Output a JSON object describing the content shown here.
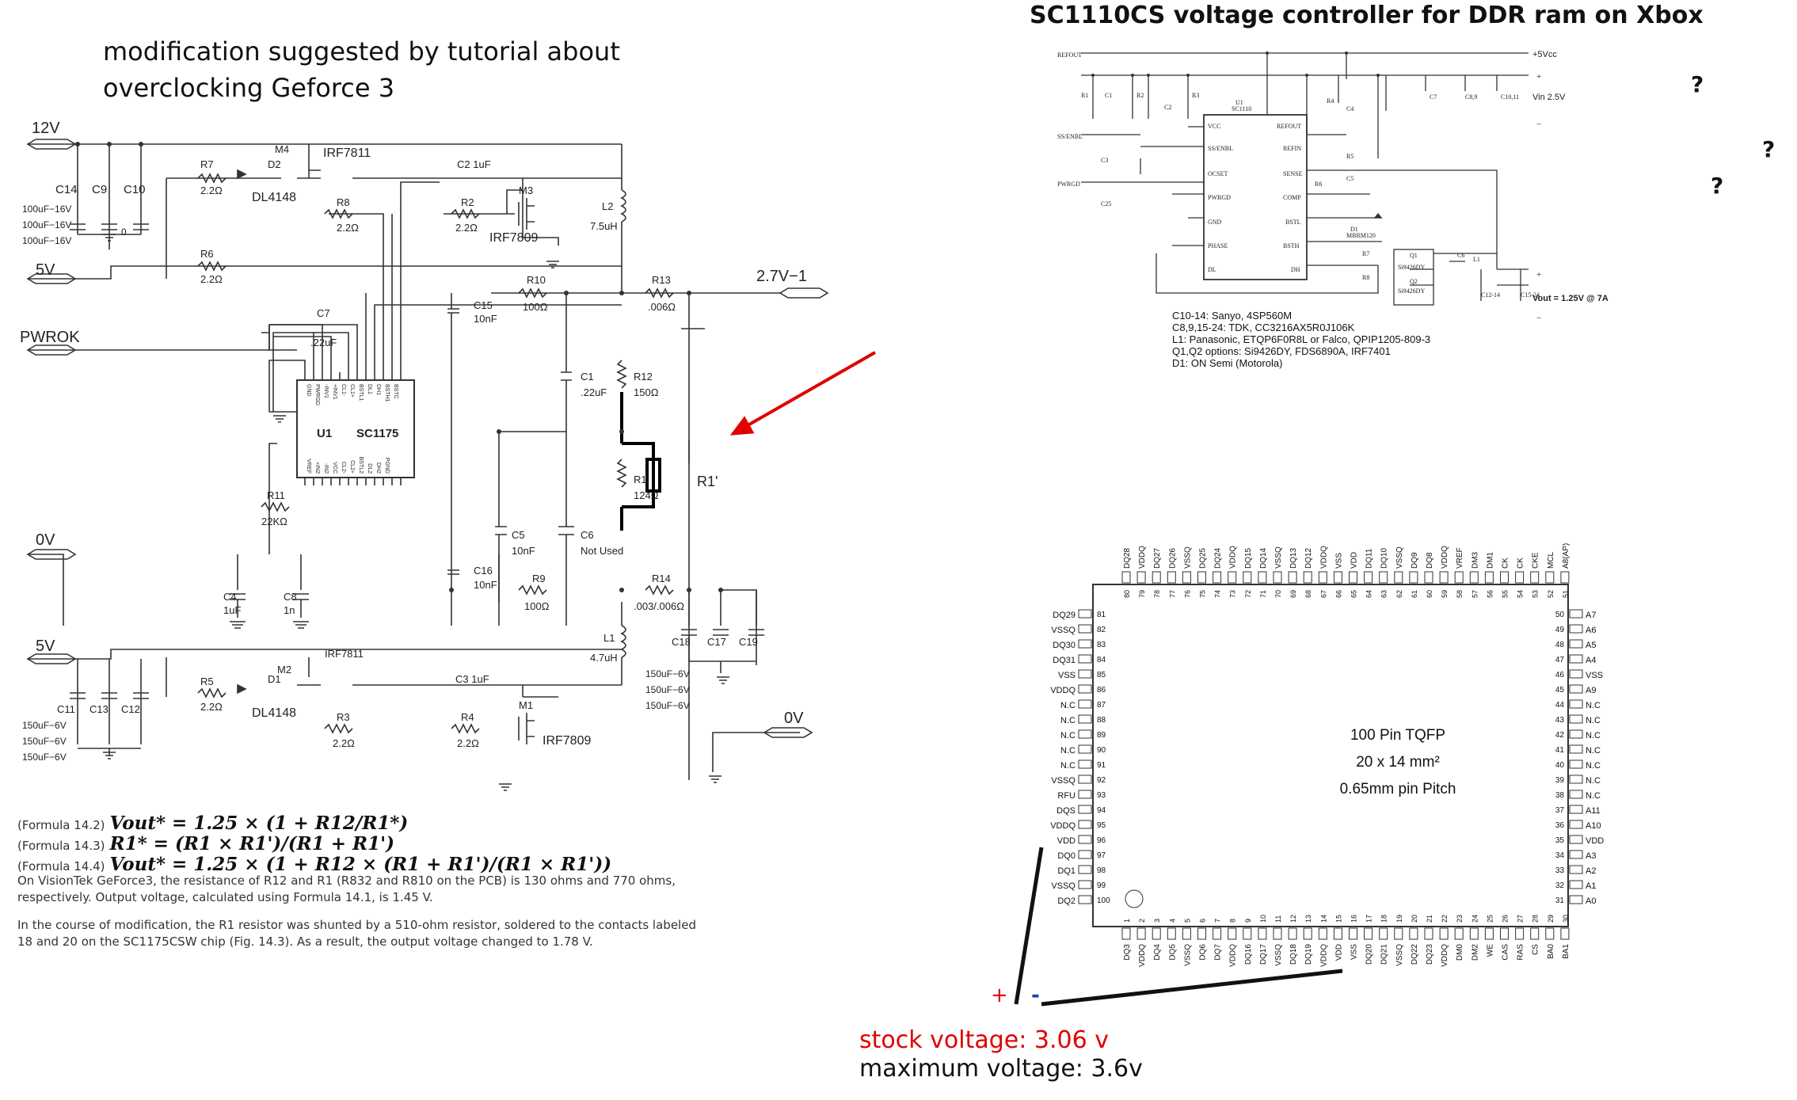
{
  "left_title": "modification suggested by tutorial about overclocking Geforce 3",
  "right_title": "SC1110CS voltage controller for DDR ram on Xbox",
  "left_schematic": {
    "rails": {
      "v12": "12V",
      "v5_top": "5V",
      "pwrok": "PWROK",
      "v0_left": "0V",
      "v5_bottom": "5V",
      "out": "2.7V−1",
      "v0_right": "0V"
    },
    "chip_ref": "U1",
    "chip_name": "SC1175",
    "chip_top_pins": [
      "GND",
      "PWRGD",
      "-INV1",
      "+INV1",
      "CL1-",
      "CL1+",
      "BSTL1",
      "DL1",
      "DH1",
      "BSTH1",
      "BSTC"
    ],
    "chip_bottom_pins": [
      "VREF",
      "+IN2",
      "-IN2",
      "VCC",
      "CL2-",
      "CL2+",
      "BSTL2",
      "DL2",
      "DH2",
      "PGND"
    ],
    "cap_values": [
      "100uF−16V",
      "100uF−16V",
      "100uF−16V"
    ],
    "cap_values_bottom": [
      "150uF−6V",
      "150uF−6V",
      "150uF−6V"
    ],
    "cap_values_out": [
      "150uF−6V",
      "150uF−6V",
      "150uF−6V"
    ],
    "labels": {
      "c14": "C14",
      "c9": "C9",
      "c10": "C10",
      "m4": "M4",
      "irf7811_top": "IRF7811",
      "r7": "R7",
      "r7v": "2.2Ω",
      "d2": "D2",
      "dl4148_top": "DL4148",
      "c2": "C2  1uF",
      "m3": "M3",
      "r8": "R8",
      "r8v": "2.2Ω",
      "r2": "R2",
      "r2v": "2.2Ω",
      "irf7809_top": "IRF7809",
      "l2": "L2",
      "l2v": "7.5uH",
      "r6": "R6",
      "r6v": "2.2Ω",
      "r10": "R10",
      "r10v": "100Ω",
      "r13": "R13",
      "r13v": ".006Ω",
      "c15": "C15",
      "c15v": "10nF",
      "c7": "C7",
      "c7v": ".22uF",
      "c1": "C1",
      "c1v": ".22uF",
      "r12": "R12",
      "r12v": "150Ω",
      "r1": "R1",
      "r1v": "124Ω",
      "r1p": "R1'",
      "r11": "R11",
      "r11v": "22KΩ",
      "c5": "C5",
      "c5v": "10nF",
      "c6": "C6",
      "c6v": "Not Used",
      "c16": "C16",
      "c16v": "10nF",
      "c4": "C4",
      "c4v": "1uF",
      "c8": "C8",
      "c8v": "1n",
      "r9": "R9",
      "r9v": "100Ω",
      "r14": "R14",
      "r14v": ".003/.006Ω",
      "c18": "C18",
      "c17": "C17",
      "c19": "C19",
      "l1": "L1",
      "l1v": "4.7uH",
      "m2": "M2",
      "irf7811_bot": "IRF7811",
      "d1": "D1",
      "dl4148_bot": "DL4148",
      "r5": "R5",
      "r5v": "2.2Ω",
      "c3": "C3  1uF",
      "m1": "M1",
      "irf7809_bot": "IRF7809",
      "r3": "R3",
      "r3v": "2.2Ω",
      "r4": "R4",
      "r4v": "2.2Ω",
      "c11": "C11",
      "c13": "C13",
      "c12": "C12",
      "zero": "0"
    }
  },
  "formulas": {
    "f142_label": "(Formula 14.2)",
    "f142": "Vout* = 1.25 × (1 + R12/R1*)",
    "f143_label": "(Formula 14.3)",
    "f143": "R1* = (R1 × R1')/(R1 + R1')",
    "f144_label": "(Formula 14.4)",
    "f144": "Vout* = 1.25 × (1 + R12 × (R1 + R1')/(R1 × R1'))"
  },
  "paragraph1": "On VisionTek GeForce3, the resistance of R12 and R1 (R832 and R810 on the PCB) is 130 ohms and 770 ohms, respectively. Output voltage, calculated using Formula 14.1, is 1.45 V.",
  "paragraph2": "In the course of modification, the R1 resistor was shunted by a 510-ohm resistor, soldered to the contacts labeled 18 and 20 on the SC1175CSW chip (Fig. 14.3). As a result, the output voltage changed to 1.78 V.",
  "right_schematic": {
    "labels": {
      "refout": "REFOUT",
      "ssenbl": "SS/ENBL",
      "pwrgd": "PWRGD",
      "v5vcc": "+5Vcc",
      "vin": "Vin  2.5V",
      "vout": "Vout = 1.25V @ 7A",
      "u1": "U1",
      "u1n": "SC1110",
      "vcc": "VCC",
      "ss": "SS/ENBL",
      "ocset": "OCSET",
      "pg": "PWRGD",
      "gnd": "GND",
      "phase": "PHASE",
      "dl": "DL",
      "refout_pin": "REFOUT",
      "refin": "REFIN",
      "sense": "SENSE",
      "comp": "COMP",
      "bstl": "BSTL",
      "bsth": "BSTH",
      "dh": "DH",
      "r1": "R1",
      "r2": "R2",
      "c1": "C1",
      "c2": "C2",
      "r3": "R3",
      "r4": "R4",
      "c4": "C4",
      "r5": "R5",
      "r6": "R6",
      "c5": "C5",
      "c3": "C3",
      "c25": "C25",
      "d1": "D1",
      "d1n": "MBRM120",
      "r7": "R7",
      "r8": "R8",
      "q1": "Q1",
      "q1n": "Si9426DY",
      "q2": "Q2",
      "q2n": "Si9426DY",
      "c6": "C6",
      "l1": "L1",
      "c7": "C7",
      "c89": "C8,9",
      "c1011": "C10,11",
      "c1214": "C12-14",
      "c1524": "C15-24",
      "plus": "+",
      "minus": "−"
    },
    "parts_list": [
      "C10-14: Sanyo, 4SP560M",
      "C8,9,15-24:  TDK, CC3216AX5R0J106K",
      "L1: Panasonic, ETQP6F0R8L or Falco, QPIP1205-809-3",
      "Q1,Q2 options: Si9426DY, FDS6890A, IRF7401",
      "D1:  ON Semi (Motorola)"
    ]
  },
  "question_marks": [
    "?",
    "?",
    "?"
  ],
  "chip": {
    "description_lines": [
      "100 Pin TQFP",
      "20 x 14 mm²",
      "0.65mm pin Pitch"
    ],
    "left_pins": [
      "DQ29",
      "VSSQ",
      "DQ30",
      "DQ31",
      "VSS",
      "VDDQ",
      "N.C",
      "N.C",
      "N.C",
      "N.C",
      "N.C",
      "VSSQ",
      "RFU",
      "DQS",
      "VDDQ",
      "VDD",
      "DQ0",
      "DQ1",
      "VSSQ",
      "DQ2"
    ],
    "left_nums": [
      "81",
      "82",
      "83",
      "84",
      "85",
      "86",
      "87",
      "88",
      "89",
      "90",
      "91",
      "92",
      "93",
      "94",
      "95",
      "96",
      "97",
      "98",
      "99",
      "100"
    ],
    "right_pins": [
      "A7",
      "A6",
      "A5",
      "A4",
      "VSS",
      "A9",
      "N.C",
      "N.C",
      "N.C",
      "N.C",
      "N.C",
      "N.C",
      "N.C",
      "A11",
      "A10",
      "VDD",
      "A3",
      "A2",
      "A1",
      "A0"
    ],
    "right_nums": [
      "50",
      "49",
      "48",
      "47",
      "46",
      "45",
      "44",
      "43",
      "42",
      "41",
      "40",
      "39",
      "38",
      "37",
      "36",
      "35",
      "34",
      "33",
      "32",
      "31"
    ],
    "top_pins": [
      "DQ28",
      "VDDQ",
      "DQ27",
      "DQ26",
      "VSSQ",
      "DQ25",
      "DQ24",
      "VDDQ",
      "DQ15",
      "DQ14",
      "VSSQ",
      "DQ13",
      "DQ12",
      "VDDQ",
      "VSS",
      "VDD",
      "DQ11",
      "DQ10",
      "VSSQ",
      "DQ9",
      "DQ8",
      "VDDQ",
      "VREF",
      "DM3",
      "DM1",
      "CK",
      "CK",
      "CKE",
      "MCL",
      "A8(AP)"
    ],
    "top_nums": [
      "80",
      "79",
      "78",
      "77",
      "76",
      "75",
      "74",
      "73",
      "72",
      "71",
      "70",
      "69",
      "68",
      "67",
      "66",
      "65",
      "64",
      "63",
      "62",
      "61",
      "60",
      "59",
      "58",
      "57",
      "56",
      "55",
      "54",
      "53",
      "52",
      "51"
    ],
    "bottom_pins": [
      "DQ3",
      "VDDQ",
      "DQ4",
      "DQ5",
      "VSSQ",
      "DQ6",
      "DQ7",
      "VDDQ",
      "DQ16",
      "DQ17",
      "VSSQ",
      "DQ18",
      "DQ19",
      "VDDQ",
      "VDD",
      "VSS",
      "DQ20",
      "DQ21",
      "VSSQ",
      "DQ22",
      "DQ23",
      "VDDQ",
      "DM0",
      "DM2",
      "WE",
      "CAS",
      "RAS",
      "CS",
      "BA0",
      "BA1"
    ],
    "bottom_nums": [
      "1",
      "2",
      "3",
      "4",
      "5",
      "6",
      "7",
      "8",
      "9",
      "10",
      "11",
      "12",
      "13",
      "14",
      "15",
      "16",
      "17",
      "18",
      "19",
      "20",
      "21",
      "22",
      "23",
      "24",
      "25",
      "26",
      "27",
      "28",
      "29",
      "30"
    ]
  },
  "probe_plus": "+",
  "probe_minus": "-",
  "stock_voltage": "stock voltage: 3.06 v",
  "max_voltage": "maximum voltage: 3.6v",
  "colors": {
    "accent_red": "#e00000",
    "probe_blue": "#1a3fbf",
    "ink": "#111111"
  }
}
